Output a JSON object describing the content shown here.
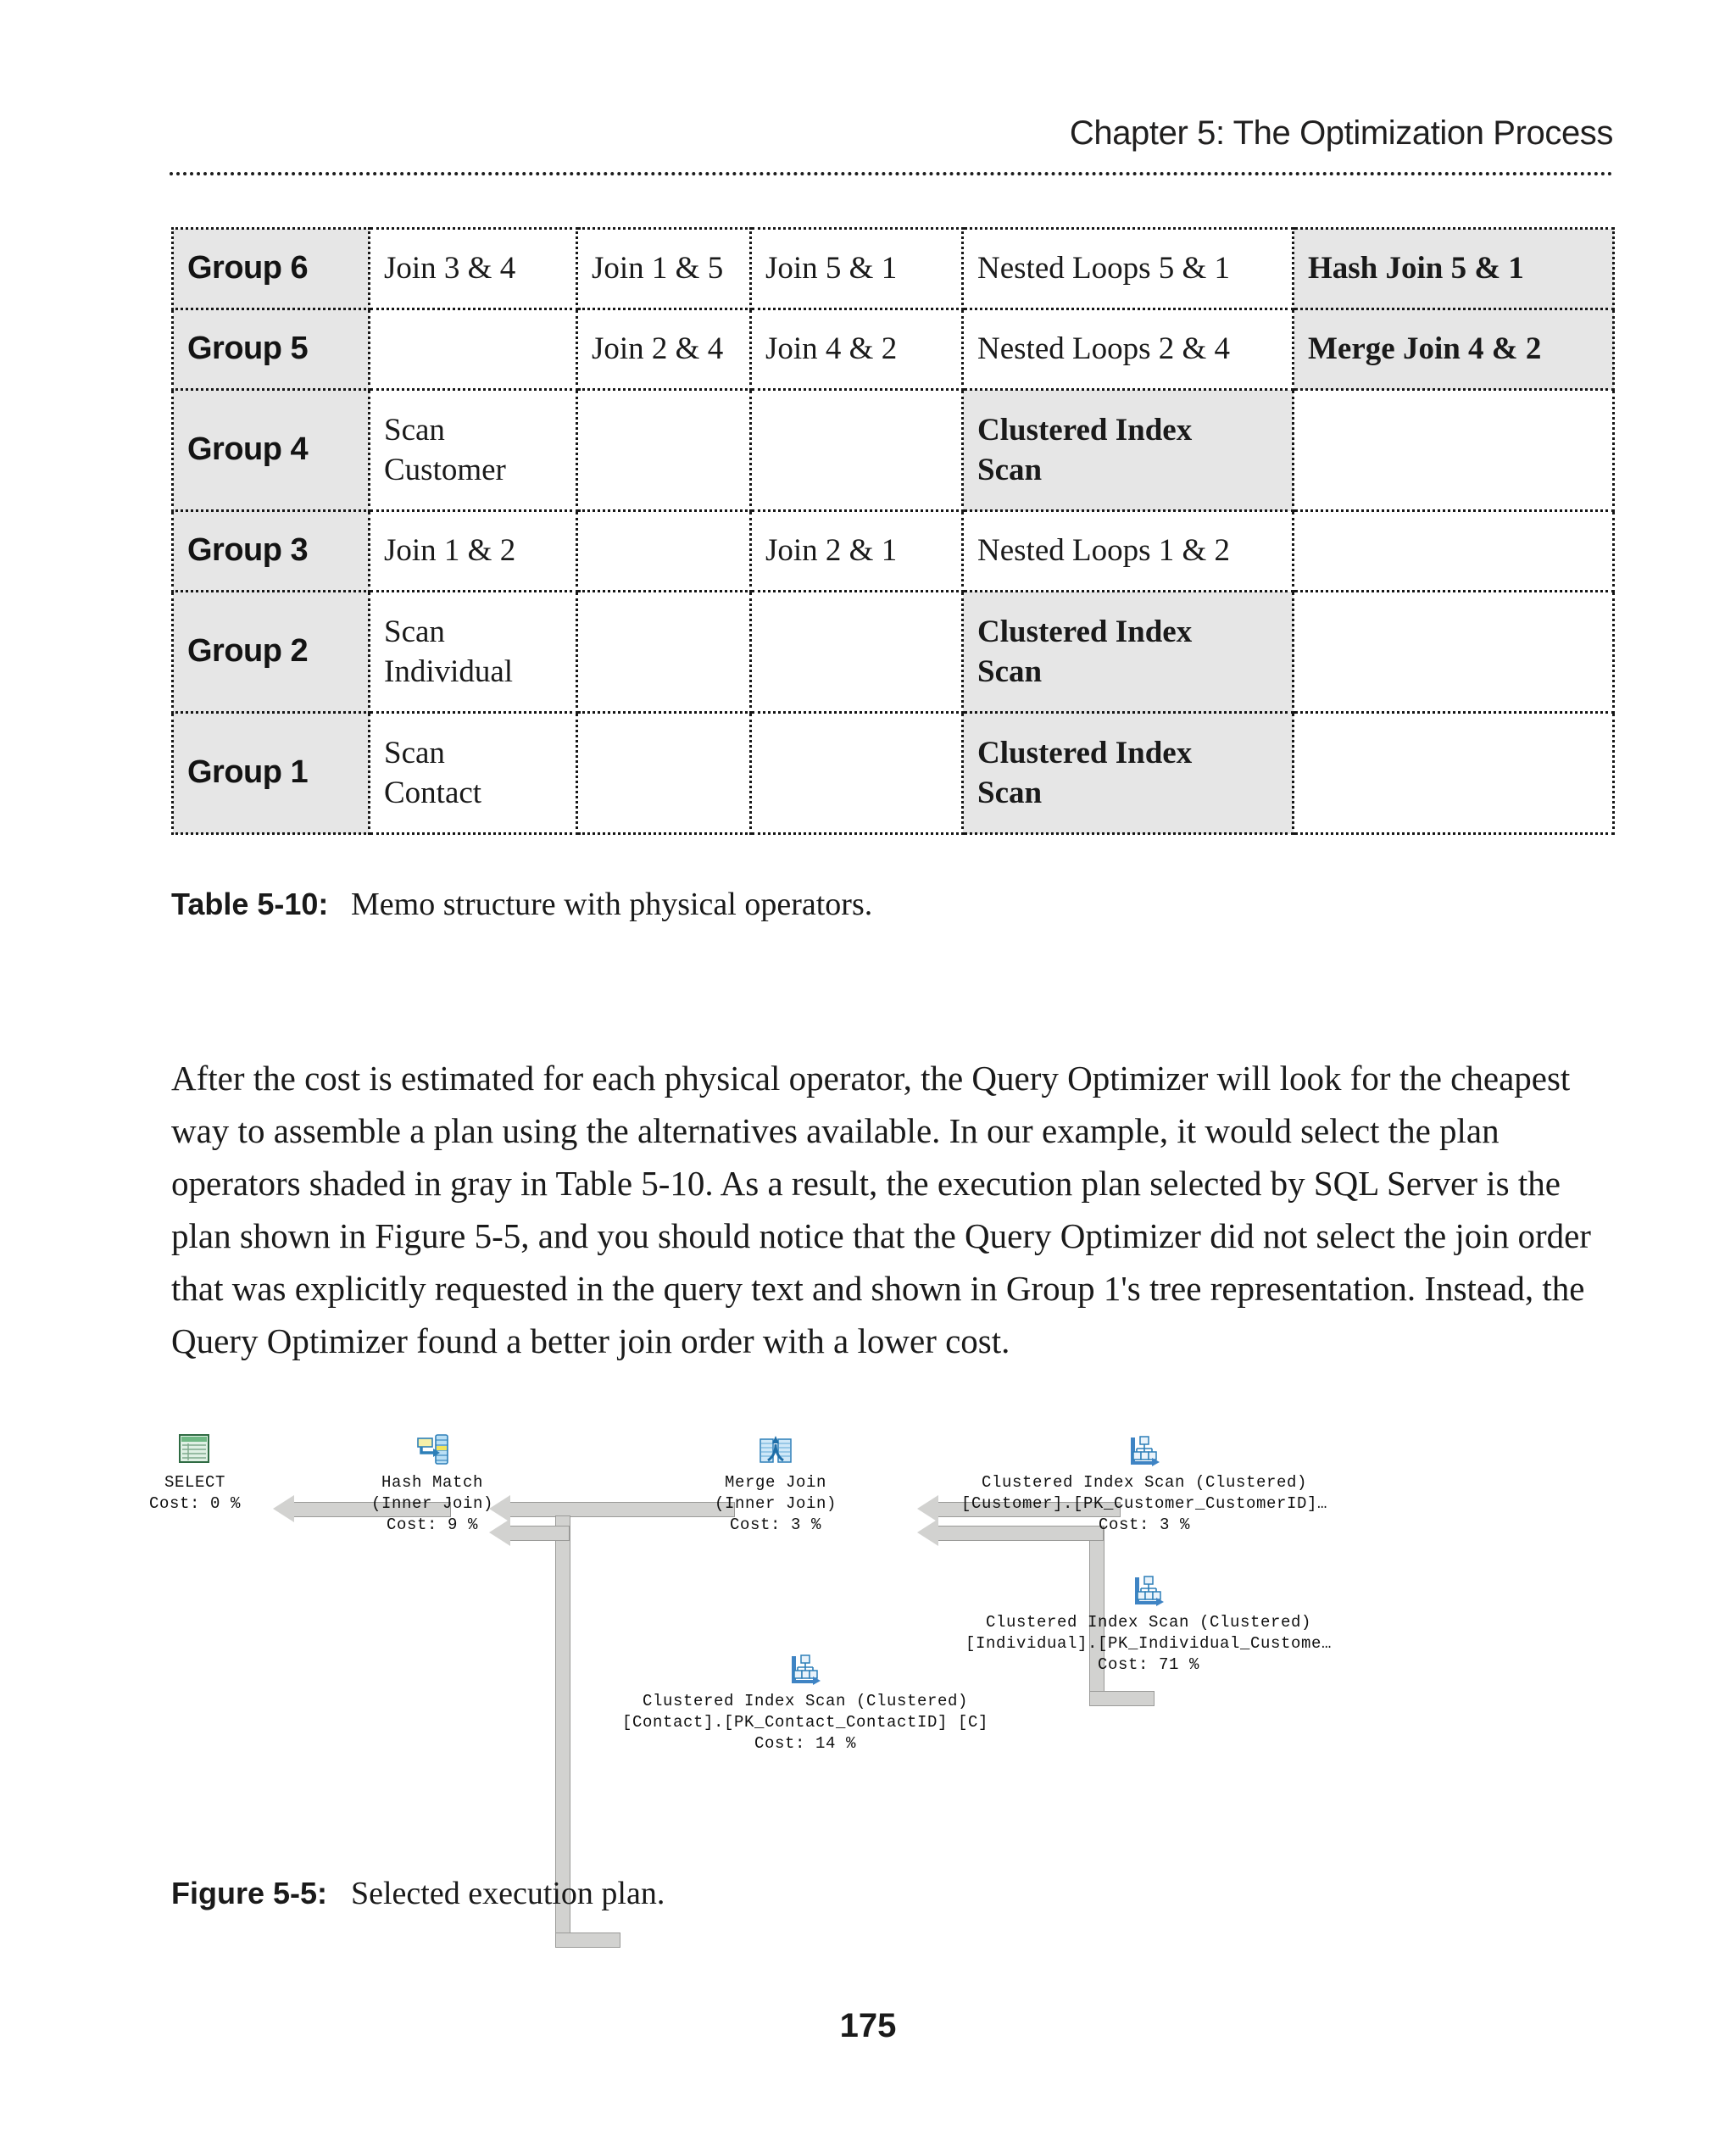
{
  "header": {
    "running_head": "Chapter 5: The Optimization Process"
  },
  "memo_table": {
    "columns": [
      "group",
      "logical_a",
      "logical_b",
      "logical_c",
      "physical_a",
      "physical_b"
    ],
    "rows": [
      {
        "group": "Group 6",
        "cells": [
          "Join 3 & 4",
          "Join 1 & 5",
          "Join 5 & 1",
          "Nested Loops 5 & 1",
          "Hash Join 5 & 1"
        ],
        "shaded": [
          false,
          false,
          false,
          false,
          true
        ],
        "height": "short"
      },
      {
        "group": "Group 5",
        "cells": [
          "",
          "Join 2 & 4",
          "Join 4 & 2",
          "Nested Loops 2 & 4",
          "Merge Join 4 & 2"
        ],
        "shaded": [
          false,
          false,
          false,
          false,
          true
        ],
        "height": "short"
      },
      {
        "group": "Group 4",
        "cells": [
          "Scan Customer",
          "",
          "",
          "Clustered Index Scan",
          ""
        ],
        "shaded": [
          false,
          false,
          false,
          true,
          false
        ],
        "height": "tall"
      },
      {
        "group": "Group 3",
        "cells": [
          "Join 1 & 2",
          "",
          "Join 2 & 1",
          "Nested Loops 1 & 2",
          ""
        ],
        "shaded": [
          false,
          false,
          false,
          false,
          false
        ],
        "height": "short"
      },
      {
        "group": "Group 2",
        "cells": [
          "Scan Individual",
          "",
          "",
          "Clustered Index Scan",
          ""
        ],
        "shaded": [
          false,
          false,
          false,
          true,
          false
        ],
        "height": "tall"
      },
      {
        "group": "Group 1",
        "cells": [
          "Scan Contact",
          "",
          "",
          "Clustered Index Scan",
          ""
        ],
        "shaded": [
          false,
          false,
          false,
          true,
          false
        ],
        "height": "tall"
      }
    ]
  },
  "table_caption": {
    "label": "Table 5-10:",
    "text": "Memo structure with physical operators."
  },
  "body": {
    "paragraph": "After the cost is estimated for each physical operator, the Query Optimizer will look for the cheapest way to assemble a plan using the alternatives available. In our example, it would select the plan operators shaded in gray in Table 5-10. As a result, the execution plan selected by SQL Server is the plan shown in Figure 5-5, and you should notice that the Query Optimizer did not select the join order that was explicitly requested in the query text and shown in Group 1's tree representation. Instead, the Query Optimizer found a better join order with a lower cost."
  },
  "execution_plan": {
    "nodes": [
      {
        "id": "select",
        "icon": "result-grid-icon",
        "line1": "SELECT",
        "line2": "Cost: 0 %",
        "line3": ""
      },
      {
        "id": "hash-match",
        "icon": "hash-match-icon",
        "line1": "Hash Match",
        "line2": "(Inner Join)",
        "line3": "Cost: 9 %"
      },
      {
        "id": "merge-join",
        "icon": "merge-join-icon",
        "line1": "Merge Join",
        "line2": "(Inner Join)",
        "line3": "Cost: 3 %"
      },
      {
        "id": "scan-customer",
        "icon": "clustered-index-scan-icon",
        "line1": "Clustered Index Scan (Clustered)",
        "line2": "[Customer].[PK_Customer_CustomerID]…",
        "line3": "Cost: 3 %"
      },
      {
        "id": "scan-individual",
        "icon": "clustered-index-scan-icon",
        "line1": "Clustered Index Scan (Clustered)",
        "line2": "[Individual].[PK_Individual_Custome…",
        "line3": "Cost: 71 %"
      },
      {
        "id": "scan-contact",
        "icon": "clustered-index-scan-icon",
        "line1": "Clustered Index Scan (Clustered)",
        "line2": "[Contact].[PK_Contact_ContactID] [C]",
        "line3": "Cost: 14 %"
      }
    ]
  },
  "figure_caption": {
    "label": "Figure 5-5:",
    "text": "Selected execution plan."
  },
  "footer": {
    "page_number": "175"
  }
}
